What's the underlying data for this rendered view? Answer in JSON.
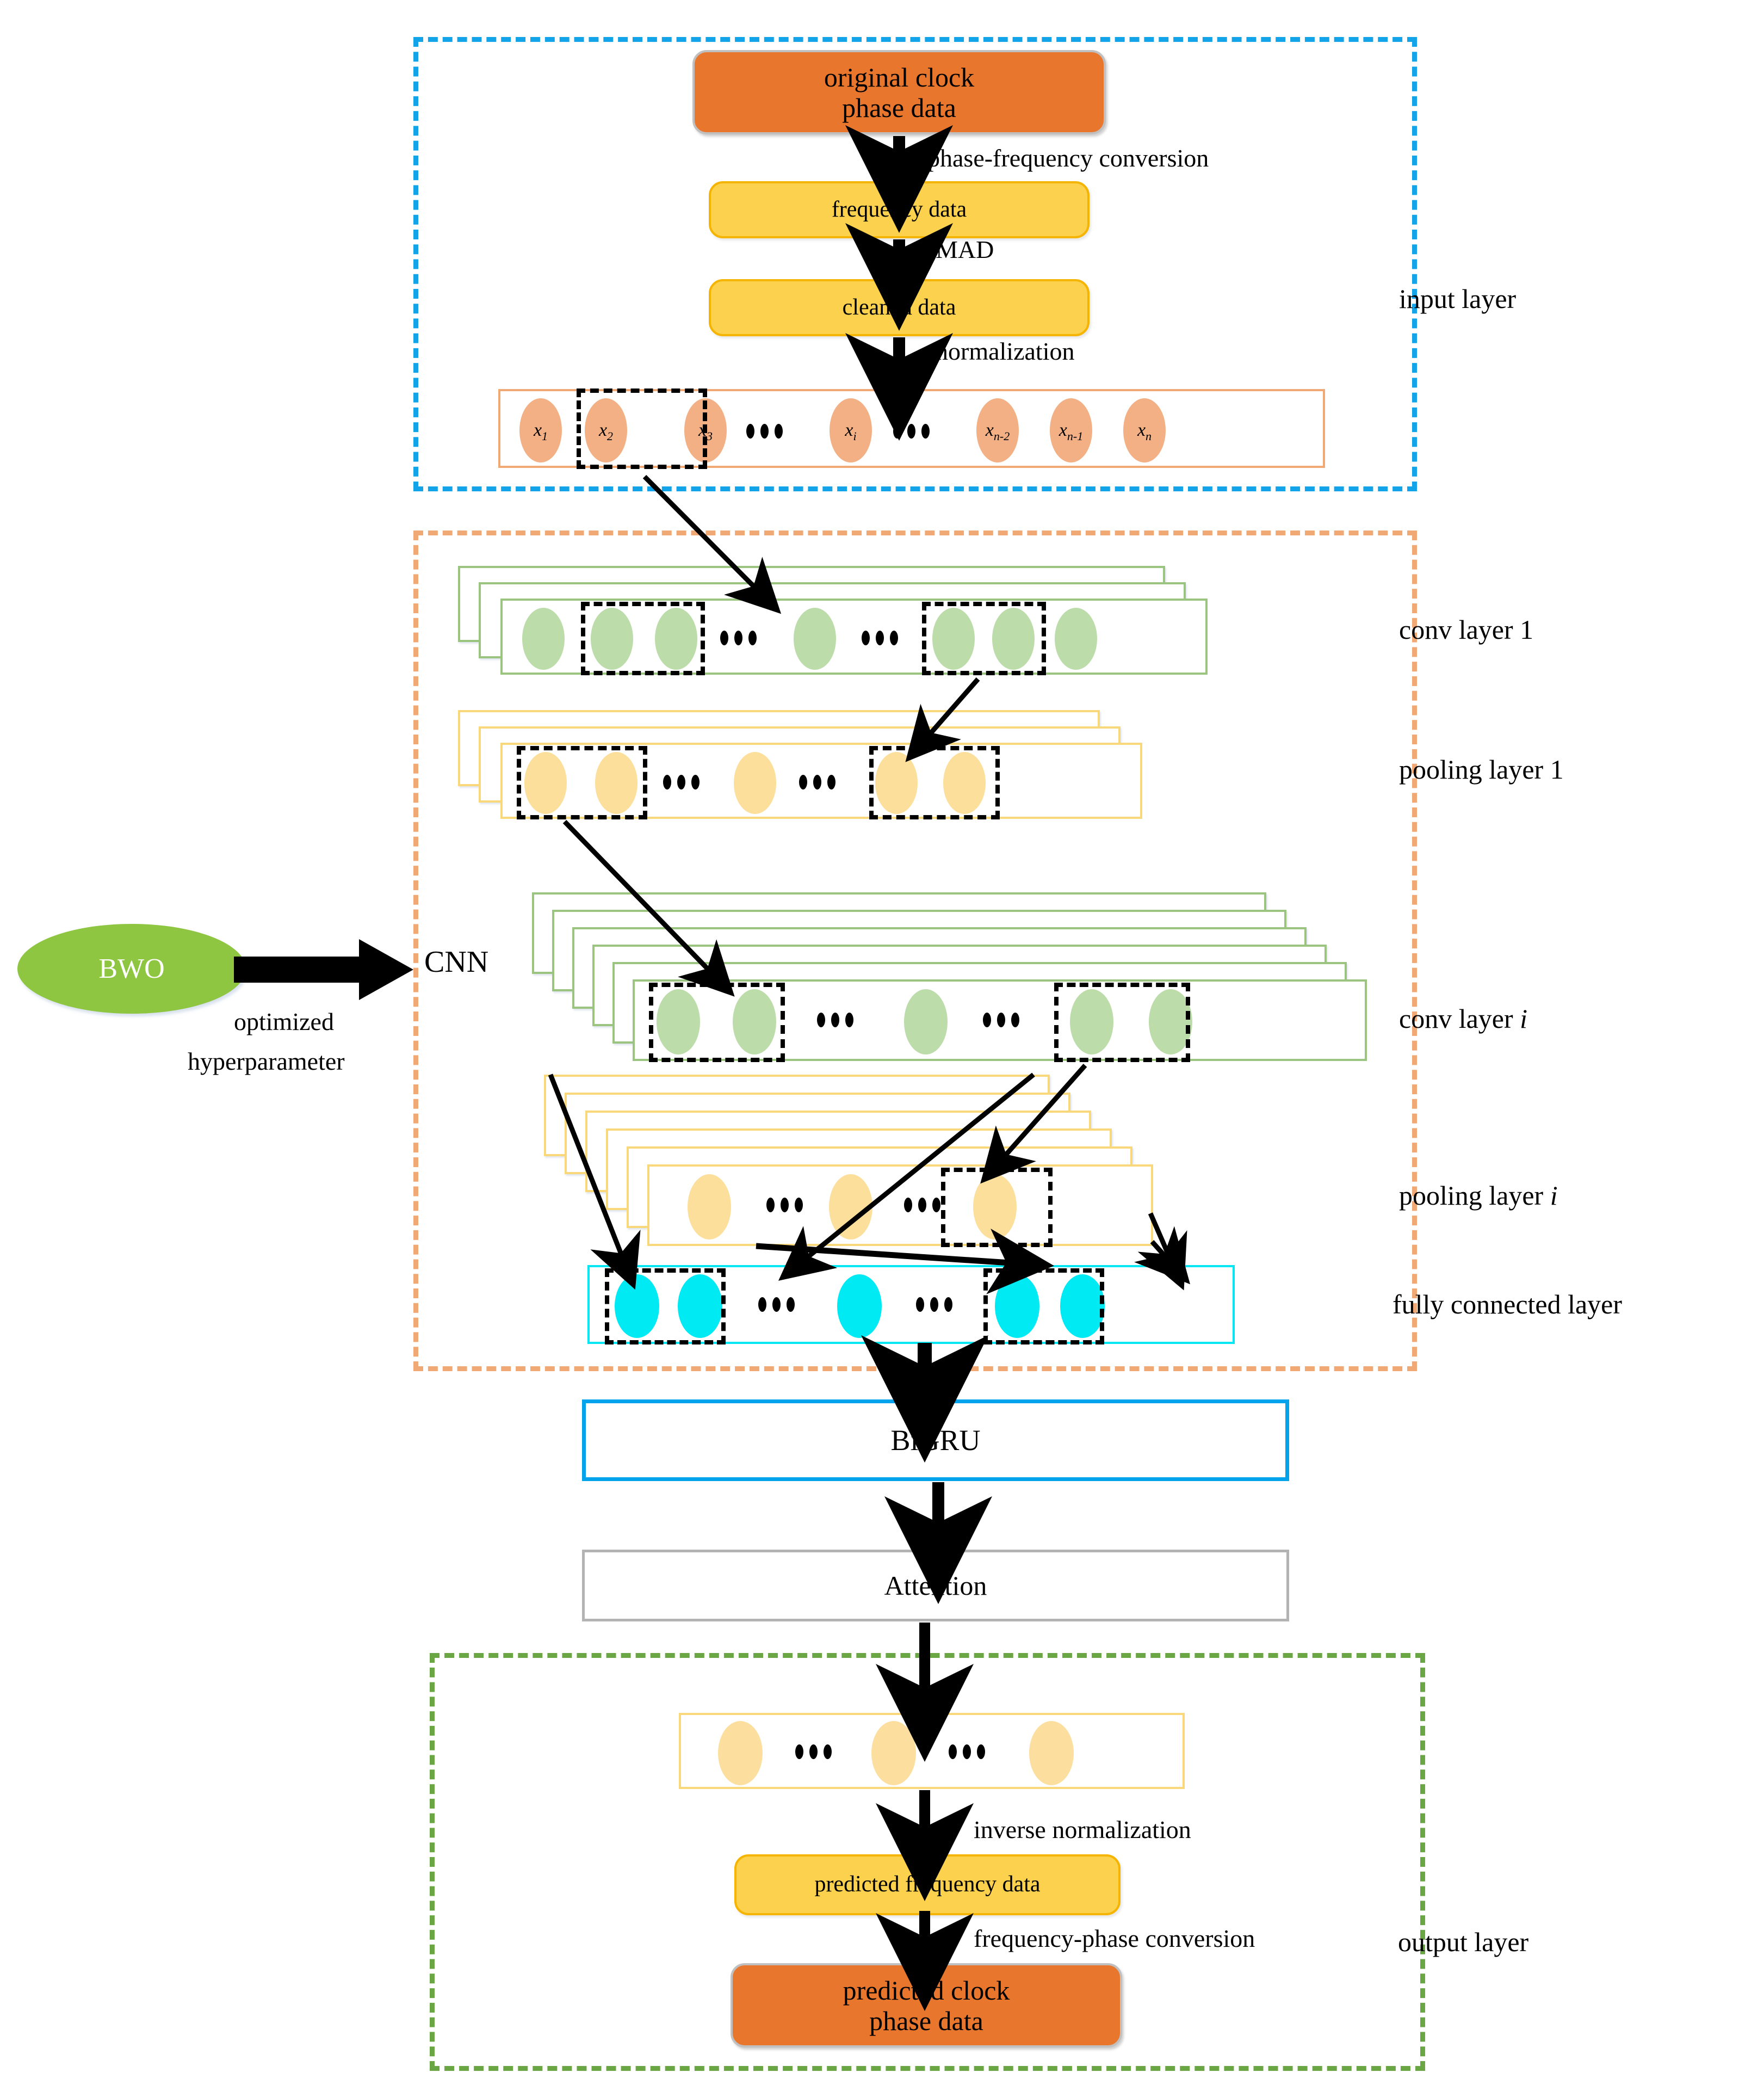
{
  "groups": {
    "input": {
      "label": "input layer",
      "color": "#13a3e8"
    },
    "cnn": {
      "label": "CNN",
      "color": "#f0a875"
    },
    "output": {
      "label": "output layer",
      "color": "#6aa744"
    }
  },
  "input_layer": {
    "original_box": "original clock\nphase data",
    "original_box_line1": "original clock",
    "original_box_line2": "phase data",
    "arrow1_label": "phase-frequency conversion",
    "frequency_box": "frequency data",
    "arrow2_label": "MAD",
    "cleaned_box": "cleaned data",
    "arrow3_label": "normalization",
    "nodes": [
      "x1",
      "x2",
      "x3",
      "xi",
      "xn-2",
      "xn-1",
      "xn"
    ],
    "node_labels": {
      "n1": {
        "base": "x",
        "sub": "1"
      },
      "n2": {
        "base": "x",
        "sub": "2"
      },
      "n3": {
        "base": "x",
        "sub": "3"
      },
      "n4": {
        "base": "x",
        "sub": "i"
      },
      "n5": {
        "base": "x",
        "sub": "n-2"
      },
      "n6": {
        "base": "x",
        "sub": "n-1"
      },
      "n7": {
        "base": "x",
        "sub": "n"
      }
    }
  },
  "optimizer": {
    "name": "BWO",
    "edge_label_line1": "optimized",
    "edge_label_line2": "hyperparameter",
    "target": "CNN"
  },
  "cnn_layers": [
    {
      "id": "conv1",
      "label": "conv layer 1",
      "stack": 3,
      "color": "#9ac47f",
      "node_color": "#bcdcaa"
    },
    {
      "id": "pool1",
      "label": "pooling layer 1",
      "stack": 3,
      "color": "#f8d87a",
      "node_color": "#fbdf9b"
    },
    {
      "id": "convi",
      "label": "conv layer i",
      "label_base": "conv layer",
      "label_italic": "i",
      "stack": 6,
      "color": "#9ac47f",
      "node_color": "#bcdcaa"
    },
    {
      "id": "pooli",
      "label": "pooling layer i",
      "label_base": "pooling layer",
      "label_italic": "i",
      "stack": 6,
      "color": "#f8d87a",
      "node_color": "#fbdf9b"
    },
    {
      "id": "fc",
      "label": "fully connected layer",
      "stack": 1,
      "color": "#00e6f2",
      "node_color": "#00eaf4"
    }
  ],
  "sequence": {
    "bigru": "BiGRU",
    "attention": "Attention"
  },
  "output_layer": {
    "arrow_inverse_label": "inverse normalization",
    "predicted_frequency_box": "predicted frequency data",
    "arrow_conversion_label": "frequency-phase conversion",
    "predicted_clock_box_line1": "predicted clock",
    "predicted_clock_box_line2": "phase data",
    "label": "output layer"
  },
  "colors": {
    "orange_fill": "#e8762c",
    "yellow_fill": "#fcd14d",
    "green_ellipse": "#8ec641",
    "blue_dash": "#13a3e8",
    "orange_dash": "#f0a875",
    "green_dash": "#6aa744",
    "cyan": "#00e6f2",
    "node_input": "#f2b084",
    "node_green": "#bcdcaa",
    "node_yellow": "#fbdf9b",
    "node_cyan": "#00eaf4"
  }
}
